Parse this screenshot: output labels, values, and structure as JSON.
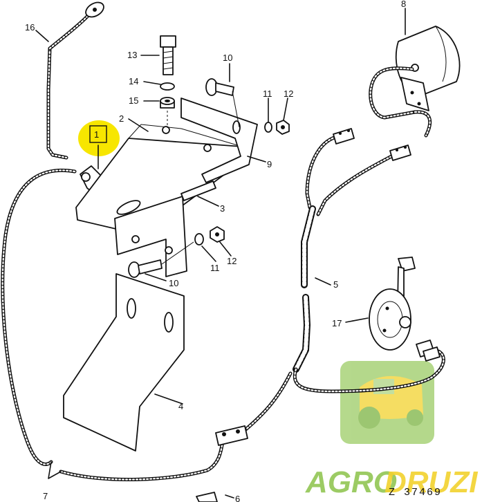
{
  "callouts": {
    "c1": "1",
    "c2": "2",
    "c3": "3",
    "c4": "4",
    "c5": "5",
    "c6": "6",
    "c7": "7",
    "c8": "8",
    "c9": "9",
    "c10a": "10",
    "c10b": "10",
    "c11a": "11",
    "c11b": "11",
    "c12a": "12",
    "c12b": "12",
    "c13": "13",
    "c14": "14",
    "c15": "15",
    "c16": "16",
    "c17": "17"
  },
  "figure_ref": "Z 37469",
  "watermark": {
    "part1": "AGRO",
    "part2": "DRUZI"
  },
  "colors": {
    "highlight": "#f7e600",
    "watermark_green": "#8bc34a",
    "watermark_yellow": "#f2d22e",
    "line": "#111111"
  }
}
